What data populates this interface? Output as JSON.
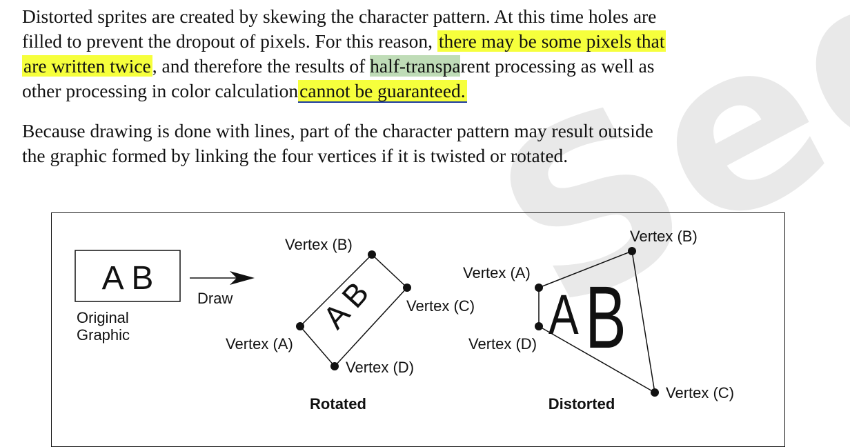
{
  "watermark": "Sega",
  "paragraphs": {
    "p1": {
      "l1": "Distorted sprites are created by skewing the character pattern. At this time holes are",
      "l2_a": "filled to prevent the dropout of pixels. For this reason,",
      "l2_hl": "there may be some pixels that",
      "l3_hl": "are written twice",
      "l3_b": ", and therefore the results of ",
      "l3_green": "half-transpa",
      "l3_c": "rent processing as well as",
      "l4_a": "other processing in color calculation",
      "l4_hl": "cannot be guaranteed."
    },
    "p2": {
      "l1": "Because drawing is done with lines, part of the character pattern may result outside",
      "l2": "the graphic formed by linking the four vertices if it is twisted or rotated."
    }
  },
  "figure": {
    "original_letters": "A B",
    "original_label_1": "Original",
    "original_label_2": "Graphic",
    "draw_label": "Draw",
    "rotated": {
      "letters": "A B",
      "vertex_a": "Vertex (A)",
      "vertex_b": "Vertex (B)",
      "vertex_c": "Vertex (C)",
      "vertex_d": "Vertex (D)",
      "caption": "Rotated"
    },
    "distorted": {
      "letter_a": "A",
      "letter_b": "B",
      "vertex_a": "Vertex (A)",
      "vertex_b": "Vertex (B)",
      "vertex_c": "Vertex (C)",
      "vertex_d": "Vertex (D)",
      "caption": "Distorted"
    }
  },
  "colors": {
    "highlight_yellow": "#f6ff3c",
    "highlight_green": "#bfdcb7",
    "underline_blue": "#1b3a9e"
  }
}
